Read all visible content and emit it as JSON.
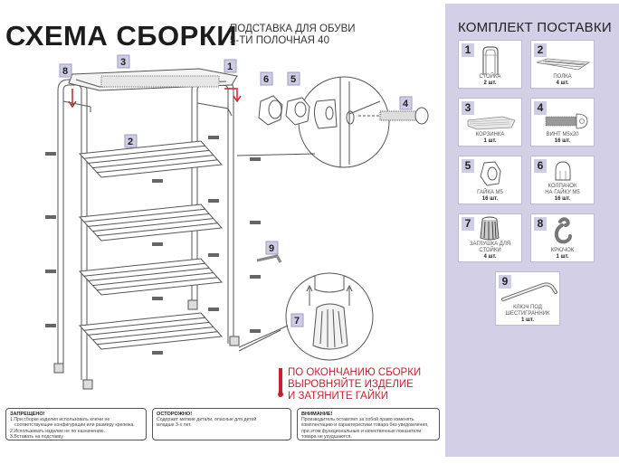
{
  "header": {
    "title": "СХЕМА СБОРКИ",
    "subtitle_line1": "ПОДСТАВКА ДЛЯ ОБУВИ",
    "subtitle_line2": "5-ТИ ПОЛОЧНАЯ 40"
  },
  "diagram": {
    "callouts": [
      "1",
      "2",
      "3",
      "4",
      "5",
      "6",
      "7",
      "8",
      "9"
    ]
  },
  "notice": {
    "line1": "ПО ОКОНЧАНИЮ СБОРКИ",
    "line2": "ВЫРОВНЯЙТЕ ИЗДЕЛИЕ",
    "line3": "И ЗАТЯНИТЕ ГАЙКИ",
    "color": "#c8202f"
  },
  "warnings": [
    {
      "heading": "ЗАПРЕЩЕНО!",
      "lines": [
        "1.При сборке изделия использовать ключи не",
        "соответствующие конфигурации или размеру крепежа.",
        "2.Использовать изделие не по назначению.",
        "3.Вставать на подставку."
      ]
    },
    {
      "heading": "ОСТОРОЖНО!",
      "lines": [
        "Содержит мелкие детали, опасные для детей",
        "младше 3-х лет."
      ]
    },
    {
      "heading": "ВНИМАНИЕ!",
      "lines": [
        "Производитель оставляет за собой право изменять",
        "комплектацию и характеристики товара без уведомления,",
        "при этом функциональные и качественные показатели",
        "товара не ухудшаются."
      ]
    }
  ],
  "kit": {
    "title": "КОМПЛЕКТ ПОСТАВКИ",
    "background": "#d2cfe7",
    "items": [
      {
        "num": "1",
        "name": "СТОЙКА",
        "qty": "2 шт.",
        "icon": "rack-post-icon"
      },
      {
        "num": "2",
        "name": "ПОЛКА",
        "qty": "4 шт.",
        "icon": "shelf-icon"
      },
      {
        "num": "3",
        "name": "КОРЗИНКА",
        "qty": "1 шт.",
        "icon": "basket-icon"
      },
      {
        "num": "4",
        "name": "ВИНТ М5х20",
        "qty": "16 шт.",
        "icon": "screw-icon"
      },
      {
        "num": "5",
        "name": "ГАЙКА М5",
        "qty": "16 шт.",
        "icon": "nut-icon"
      },
      {
        "num": "6",
        "name_line1": "КОЛПАЧОК",
        "name_line2": "НА ГАЙКУ М5",
        "qty": "16 шт.",
        "icon": "cap-nut-icon"
      },
      {
        "num": "7",
        "name_line1": "ЗАГЛУШКА ДЛЯ",
        "name_line2": "СТОЙКИ",
        "qty": "4 шт.",
        "icon": "foot-cap-icon"
      },
      {
        "num": "8",
        "name": "КРЮЧОК",
        "qty": "1 шт.",
        "icon": "hook-icon"
      },
      {
        "num": "9",
        "name_line1": "КЛЮЧ ПОД",
        "name_line2": "ШЕСТИГРАННИК",
        "qty": "1 шт.",
        "icon": "hex-key-icon"
      }
    ]
  }
}
